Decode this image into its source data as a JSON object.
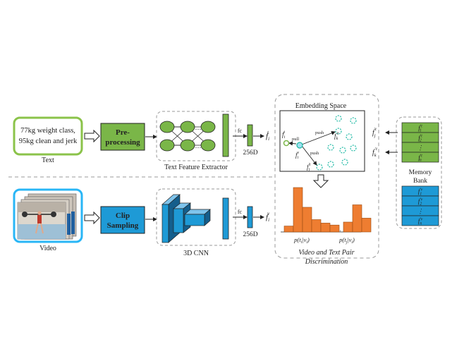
{
  "text_input": {
    "line1": "77kg weight class,",
    "line2": "95kg clean and jerk",
    "label": "Text"
  },
  "video_input": {
    "label": "Video"
  },
  "preprocess": {
    "line1": "Pre-",
    "line2": "processing"
  },
  "clip_sampling": {
    "line1": "Clip",
    "line2": "Sampling"
  },
  "text_extractor": {
    "label": "Text Feature Extractor",
    "dots": "…"
  },
  "cnn": {
    "label": "3D CNN"
  },
  "fc_top": "fc",
  "fc_bottom": "fc",
  "dim_top": "256D",
  "dim_bottom": "256D",
  "f_text": {
    "base": "f",
    "sub": "i",
    "sup": "t"
  },
  "f_video": {
    "base": "f",
    "sub": "i",
    "sup": "v"
  },
  "embedding": {
    "title": "Embedding Space",
    "pull": "pull",
    "push1": "push",
    "push2": "push",
    "f_it": {
      "base": "f",
      "sub": "i",
      "sup": "t"
    },
    "f_iv": {
      "base": "f",
      "sub": "i",
      "sup": "v"
    },
    "f_kt": {
      "base": "f",
      "sub": "k",
      "sup": "′t"
    },
    "f_jt": {
      "base": "f",
      "sub": "j",
      "sup": "′t"
    }
  },
  "histogram": {
    "values": [
      0.12,
      0.9,
      0.5,
      0.25,
      0.18,
      0.14,
      0.2,
      0.55,
      0.28
    ],
    "dots": "…",
    "label_left": "p(t_i|v_i)",
    "label_right": "p(t_j|v_i)",
    "caption_line1": "Video and Text Pair",
    "caption_line2": "Discrimination"
  },
  "memory_bank": {
    "label_line1": "Memory",
    "label_line2": "Bank",
    "text_cells": [
      "f′t1",
      "f′t2",
      "⋮",
      "f′tn"
    ],
    "video_cells": [
      "f′v1",
      "f′v2",
      "⋮",
      "f′vn"
    ],
    "arrow_j": {
      "base": "f",
      "sub": "j",
      "sup": "′t"
    },
    "arrow_k": {
      "base": "f",
      "sub": "k",
      "sup": "′t"
    }
  },
  "colors": {
    "green": "#7ab648",
    "green_border": "#8bc34a",
    "blue": "#1e9ad6",
    "blue_border": "#29b6f6",
    "orange": "#ee7d31",
    "teal": "#1ab8a3",
    "dashed": "#999999"
  }
}
